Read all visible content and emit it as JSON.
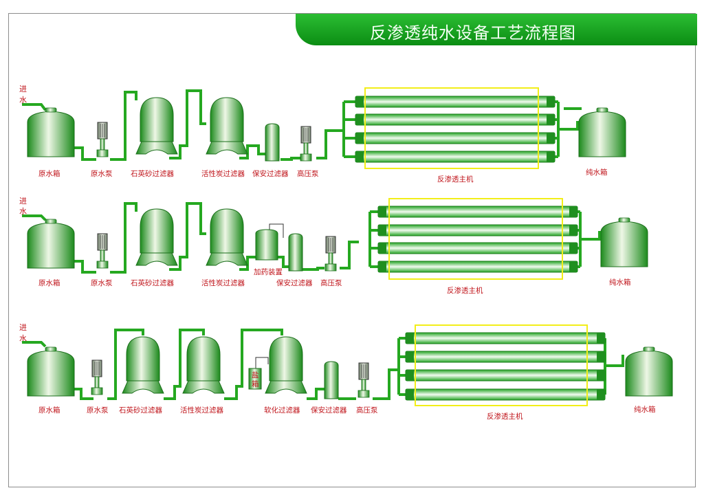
{
  "title": "反渗透纯水设备工艺流程图",
  "inlet_top": "进",
  "inlet_bottom": "水",
  "process1": {
    "raw_tank": "原水箱",
    "raw_pump": "原水泵",
    "sand_filter": "石英砂过滤器",
    "carbon_filter": "活性炭过滤器",
    "security_filter": "保安过滤器",
    "hp_pump": "高压泵",
    "ro_unit": "反渗透主机",
    "pure_tank": "纯水箱"
  },
  "process2": {
    "raw_tank": "原水箱",
    "raw_pump": "原水泵",
    "sand_filter": "石英砂过滤器",
    "carbon_filter": "活性炭过滤器",
    "dosing": "加药装置",
    "security_filter": "保安过滤器",
    "hp_pump": "高压泵",
    "ro_unit": "反渗透主机",
    "pure_tank": "纯水箱"
  },
  "process3": {
    "raw_tank": "原水箱",
    "raw_pump": "原水泵",
    "sand_filter": "石英砂过滤器",
    "carbon_filter": "活性炭过滤器",
    "salt_box_top": "盐",
    "salt_box_bottom": "箱",
    "softener": "软化过滤器",
    "security_filter": "保安过滤器",
    "hp_pump": "高压泵",
    "ro_unit": "反渗透主机",
    "pure_tank": "纯水箱"
  }
}
